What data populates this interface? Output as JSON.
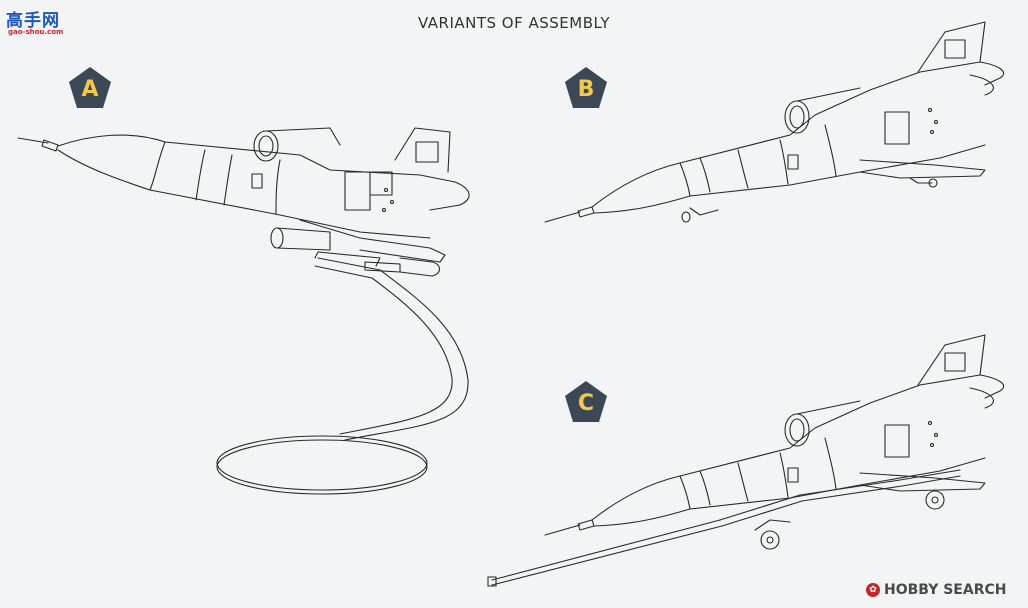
{
  "title": "VARIANTS OF ASSEMBLY",
  "variants": [
    {
      "label": "A",
      "badge_color": "#3d4856",
      "text_color": "#f2c94c"
    },
    {
      "label": "B",
      "badge_color": "#3d4856",
      "text_color": "#f2c94c"
    },
    {
      "label": "C",
      "badge_color": "#3d4856",
      "text_color": "#f2c94c"
    }
  ],
  "watermarks": {
    "top_left_text": "高手网",
    "top_left_url": "gao-shou.com",
    "bottom_right_icon": "hobby-search-logo-icon",
    "bottom_right_text": "HOBBY SEARCH"
  }
}
